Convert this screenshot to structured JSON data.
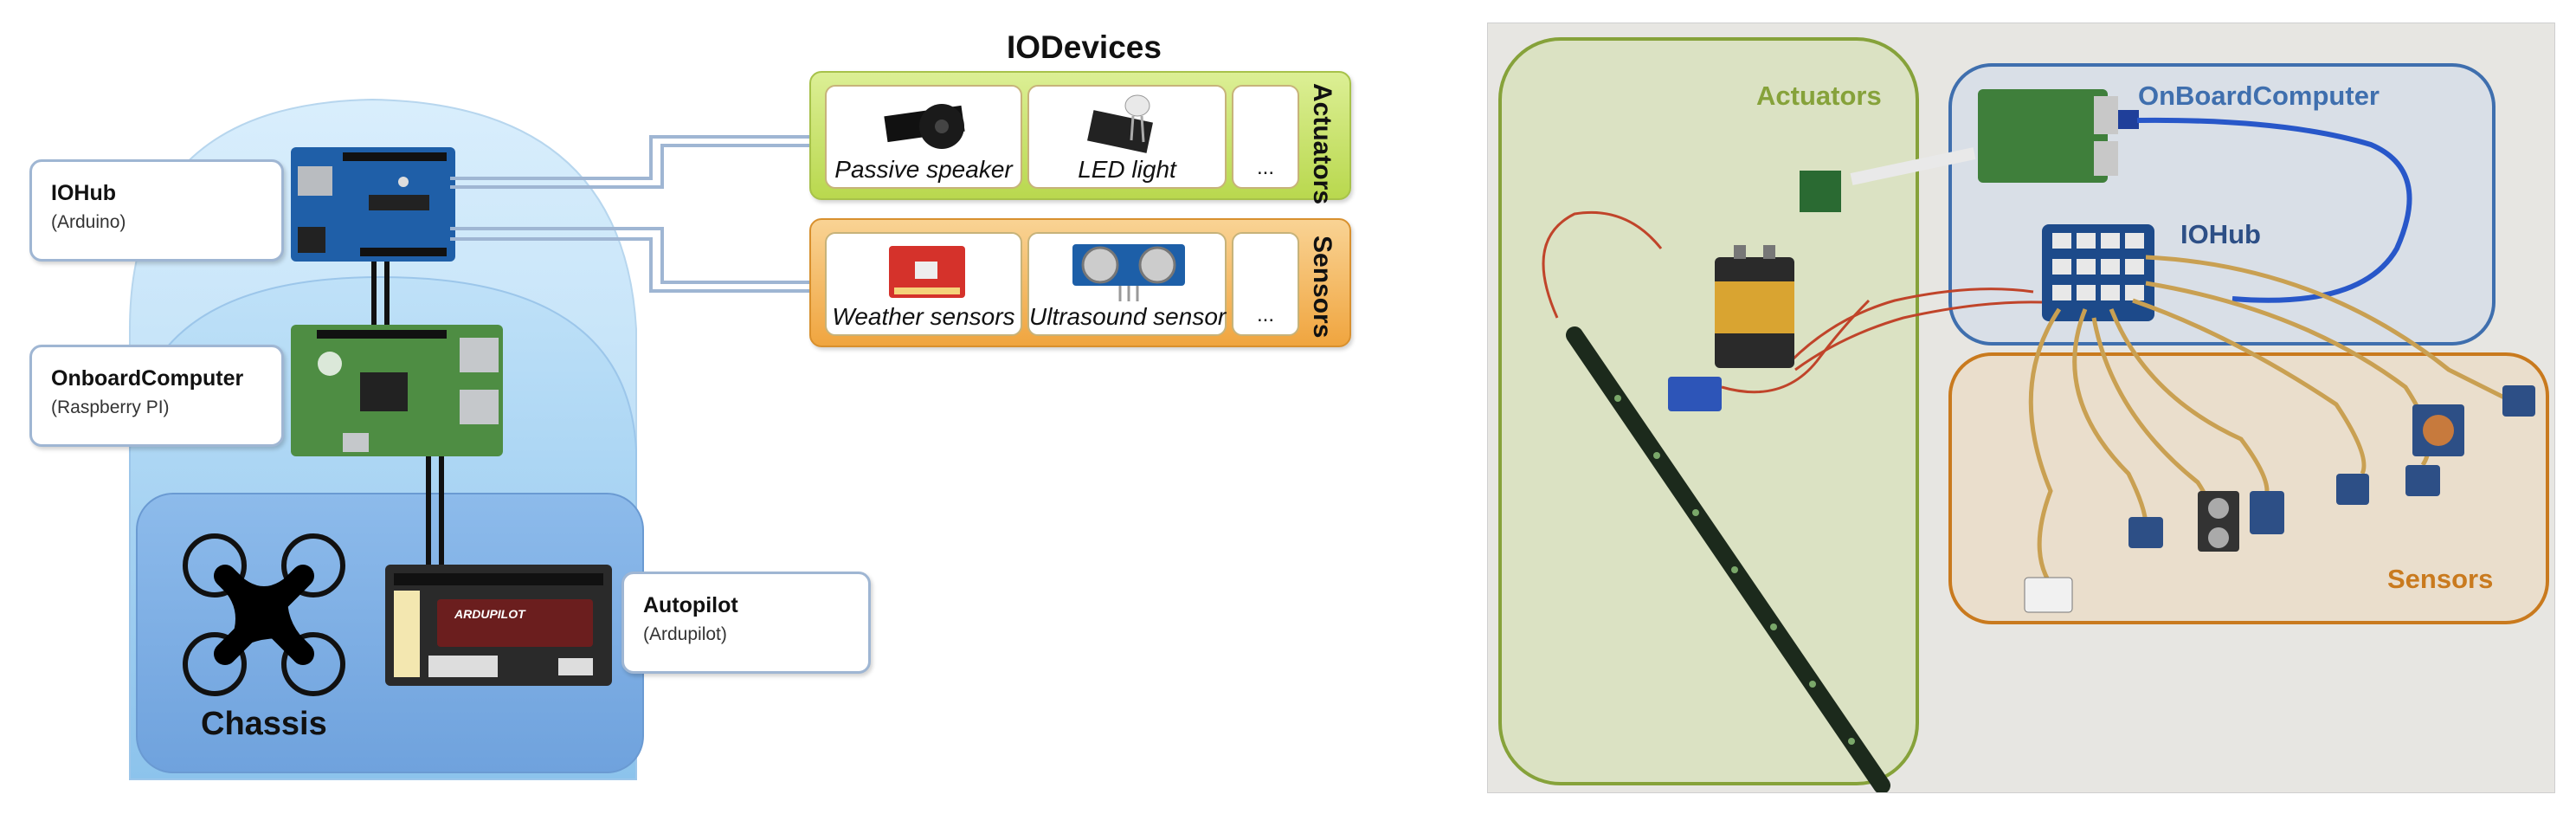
{
  "left_diagram": {
    "iohub": {
      "title": "IOHub",
      "subtitle": "(Arduino)"
    },
    "onboard": {
      "title": "OnboardComputer",
      "subtitle": "(Raspberry PI)"
    },
    "autopilot": {
      "title": "Autopilot",
      "subtitle": "(Ardupilot)"
    },
    "chassis_label": "Chassis",
    "iodevices_title": "IODevices",
    "actuators": {
      "label": "Actuators",
      "items": [
        "Passive speaker",
        "LED light",
        "..."
      ]
    },
    "sensors": {
      "label": "Sensors",
      "items": [
        "Weather sensors",
        "Ultrasound sensor",
        "..."
      ]
    },
    "colors": {
      "actuator_panel": "#c9e36a",
      "sensor_panel": "#f4b45a",
      "dome_outer": "#bfe0f7",
      "dome_inner": "#9fd0f2",
      "chassis": "#7fb0e6"
    }
  },
  "photo": {
    "labels": {
      "actuators": "Actuators",
      "onboard": "OnBoardComputer",
      "iohub": "IOHub",
      "sensors": "Sensors"
    },
    "colors": {
      "actuators": "#86a23a",
      "onboard": "#3f6fae",
      "iohub": "#2d4f86",
      "sensors": "#c97a1e"
    }
  }
}
